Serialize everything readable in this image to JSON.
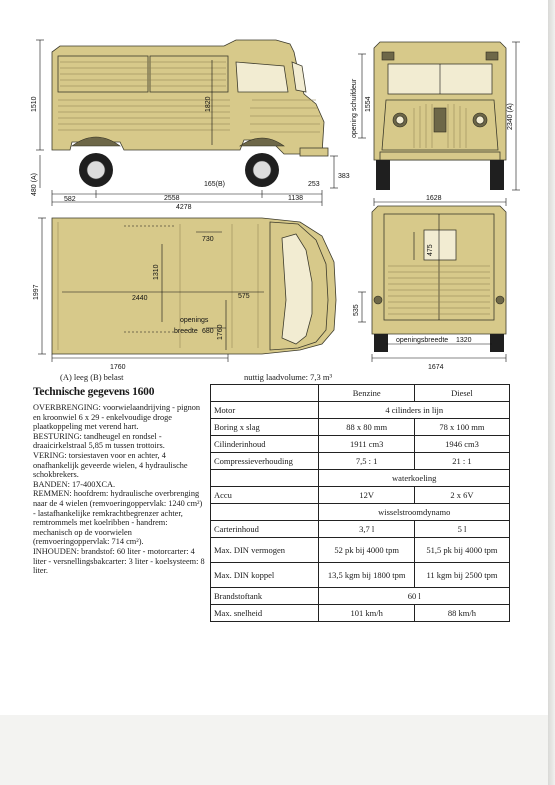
{
  "dimensions": {
    "side": {
      "h1": "1510",
      "h2": "1820",
      "h3": "480 (A)",
      "w1": "582",
      "w2": "2558",
      "w3": "1138",
      "w_total": "4278",
      "ground_b": "165(B)",
      "overhang": "253",
      "right_h": "383"
    },
    "front": {
      "opening_label": "opening schuifdeur",
      "opening_h": "1554",
      "total_h": "2340 (A)",
      "width": "1628"
    },
    "top": {
      "length": "1997",
      "d1": "730",
      "d2": "1310",
      "d3": "2440",
      "d4": "575",
      "d5": "1760",
      "opening_label_1": "openings",
      "opening_label_2": "breedte",
      "opening_w": "680",
      "bottom_w": "1760"
    },
    "rear": {
      "window": "475",
      "side_h": "535",
      "opening_label": "openingsbreedte",
      "opening_w": "1320",
      "total_w": "1674"
    }
  },
  "legend": "(A) leeg (B) belast",
  "volume": "nuttig laadvolume: 7,3  m³",
  "heading": "Technische gegevens 1600",
  "spec_paragraphs": [
    "OVERBRENGING: voorwielaandrijving - pignon en kroonwiel 6 x 29 - enkelvoudige droge plaatkoppeling met verend hart.",
    "BESTURING: tandheugel en rondsel - draaicirkelstraal 5,85 m tussen trottoirs.",
    "VERING: torsiestaven voor en achter, 4 onafhankelijk geveerde wielen, 4 hydraulische schokbrekers.",
    "BANDEN: 17-400XCA.",
    "REMMEN: hoofdrem: hydraulische overbrenging naar de 4 wielen (remvoeringoppervlak: 1240 cm²) - lastafhankelijke remkrachtbegrenzer achter, remtrommels met koelribben - handrem: mechanisch op de voorwielen (remvoeringoppervlak: 714 cm²).",
    "INHOUDEN: brandstof: 60 liter - motorcarter: 4 liter - versnellingsbakcarter: 3 liter - koelsysteem: 8 liter."
  ],
  "table": {
    "col1": "Benzine",
    "col2": "Diesel",
    "rows": [
      {
        "label": "Motor",
        "span": "4 cilinders in lijn"
      },
      {
        "label": "Boring x slag",
        "b": "88 x 80 mm",
        "d": "78 x 100 mm"
      },
      {
        "label": "Cilinderinhoud",
        "b": "1911 cm3",
        "d": "1946 cm3"
      },
      {
        "label": "Compressieverhouding",
        "b": "7,5 : 1",
        "d": "21 : 1"
      },
      {
        "label": "",
        "span": "waterkoeling"
      },
      {
        "label": "Accu",
        "b": "12V",
        "d": "2 x 6V"
      },
      {
        "label": "",
        "span": "wisselstroomdynamo"
      },
      {
        "label": "Carterinhoud",
        "b": "3,7 l",
        "d": "5 l"
      },
      {
        "label": "Max. DIN vermogen",
        "b": "52 pk bij 4000 tpm",
        "d": "51,5 pk bij 4000 tpm"
      },
      {
        "label": "Max. DIN koppel",
        "b": "13,5 kgm bij 1800 tpm",
        "d": "11 kgm bij 2500 tpm"
      },
      {
        "label": "Brandstoftank",
        "span": "60 l"
      },
      {
        "label": "Max. snelheid",
        "b": "101 km/h",
        "d": "88 km/h"
      }
    ]
  },
  "colors": {
    "body": "#d7c98a",
    "outline": "#3d3b2c"
  }
}
